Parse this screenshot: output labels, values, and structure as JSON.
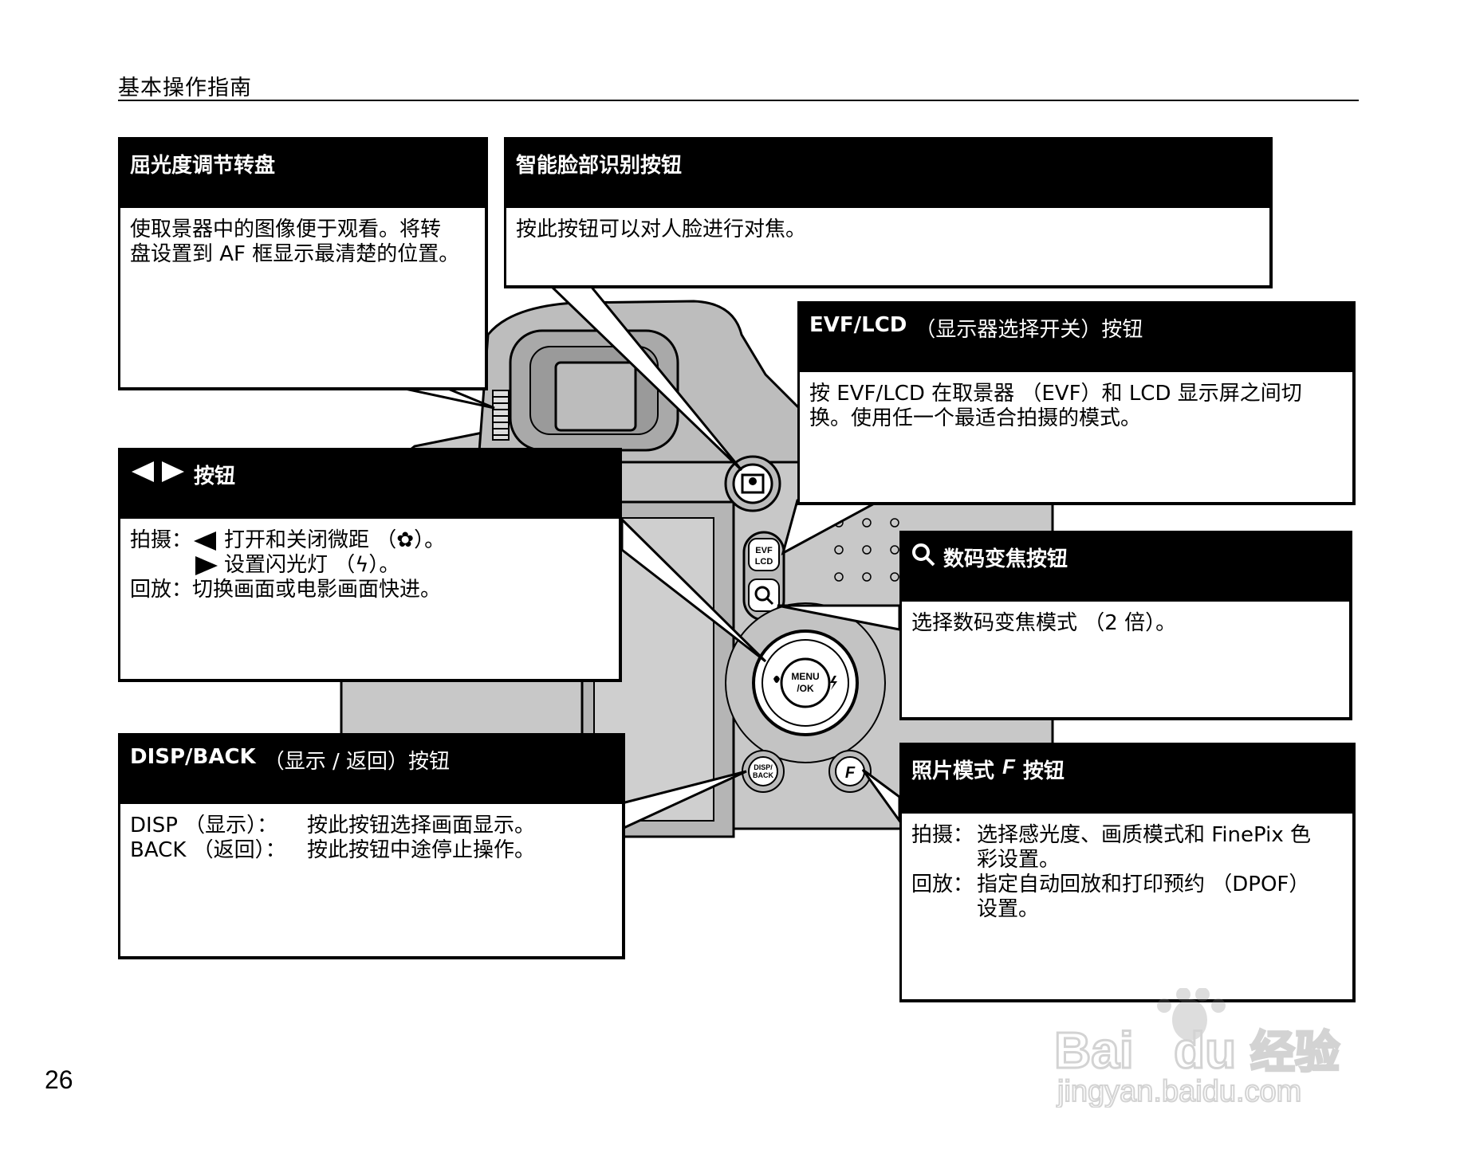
{
  "header": {
    "title": "基本操作指南"
  },
  "page_number": "26",
  "camera_buttons": {
    "menu_ok": [
      "MENU",
      "/OK"
    ],
    "evf_lcd": [
      "EVF",
      "LCD"
    ],
    "disp_back": [
      "DISP/",
      "BACK"
    ],
    "f_button": "F"
  },
  "callouts": {
    "diopter": {
      "title": "屈光度调节转盘",
      "lines": [
        "使取景器中的图像便于观看。将转",
        "盘设置到 AF 框显示最清楚的位置。"
      ]
    },
    "face_detect": {
      "title": "智能脸部识别按钮",
      "lines": [
        "按此按钮可以对人脸进行对焦。"
      ]
    },
    "evf_lcd": {
      "title_bold": "EVF/LCD",
      "title_rest": "（显示器选择开关）按钮",
      "lines": [
        "按 EVF/LCD 在取景器 （EVF）和 LCD 显示屏之间切",
        "换。使用任一个最适合拍摄的模式。"
      ]
    },
    "left_right": {
      "title": "按钮",
      "shoot_label": "拍摄：",
      "shoot_left": "打开和关闭微距 （",
      "shoot_left_end": "）。",
      "shoot_right": "设置闪光灯 （",
      "shoot_right_end": "）。",
      "playback_label": "回放：",
      "playback_text": "切换画面或电影画面快进。"
    },
    "zoom": {
      "title": "数码变焦按钮",
      "lines": [
        "选择数码变焦模式 （2 倍）。"
      ]
    },
    "disp_back": {
      "title_bold": "DISP/BACK",
      "title_rest": "（显示 / 返回）按钮",
      "disp_label": "DISP （显示）：",
      "disp_text": "按此按钮选择画面显示。",
      "back_label": "BACK （返回）：",
      "back_text": "按此按钮中途停止操作。"
    },
    "photo_mode": {
      "title_a": "照片模式",
      "title_icon": "F",
      "title_b": "按钮",
      "shoot_label": "拍摄：",
      "shoot_line1": "选择感光度、画质模式和 FinePix 色",
      "shoot_line2": "彩设置。",
      "playback_label": "回放：",
      "playback_line1": "指定自动回放和打印预约 （DPOF）",
      "playback_line2": "设置。"
    }
  },
  "watermark": {
    "brand": "Bai",
    "brand2": "du",
    "cn": "经验",
    "url": "jingyan.baidu.com"
  }
}
